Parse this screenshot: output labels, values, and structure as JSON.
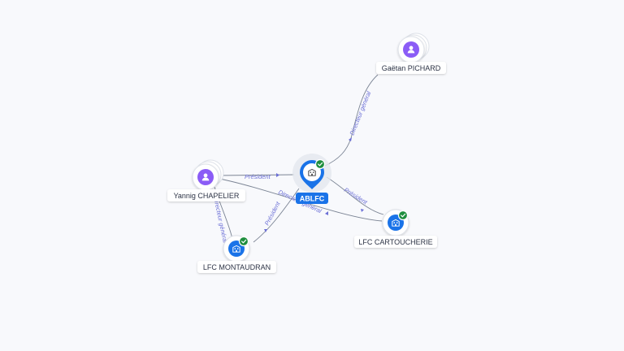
{
  "graph": {
    "center": {
      "name": "ABLFC",
      "verified": true,
      "kind": "company"
    },
    "nodes": [
      {
        "id": "gaetan",
        "label": "Gaëtan PICHARD",
        "kind": "person"
      },
      {
        "id": "yannig",
        "label": "Yannig CHAPELIER",
        "kind": "person"
      },
      {
        "id": "montaudran",
        "label": "LFC MONTAUDRAN",
        "kind": "company",
        "verified": true
      },
      {
        "id": "cartoucherie",
        "label": "LFC CARTOUCHERIE",
        "kind": "company",
        "verified": true
      }
    ],
    "edges": [
      {
        "id": "gaetan-ablfc",
        "label": "Directeur général"
      },
      {
        "id": "yannig-ablfc",
        "label": "Président"
      },
      {
        "id": "yannig-cartoucherie",
        "label": "Directeur général"
      },
      {
        "id": "yannig-montaudran",
        "label": "Directeur général"
      },
      {
        "id": "montaudran-ablfc",
        "label": "Président"
      },
      {
        "id": "ablfc-cartoucherie",
        "label": "Président"
      }
    ]
  },
  "colors": {
    "person_accent": "#8b5cf6",
    "company_accent": "#1a73e8",
    "verified": "#1e8e3e",
    "edge": "#7b8494",
    "edge_label": "#6b6fd6",
    "background": "#f8f9fc"
  },
  "icons": {
    "person": "person-icon",
    "company": "building-icon",
    "verified": "check-badge-icon"
  }
}
